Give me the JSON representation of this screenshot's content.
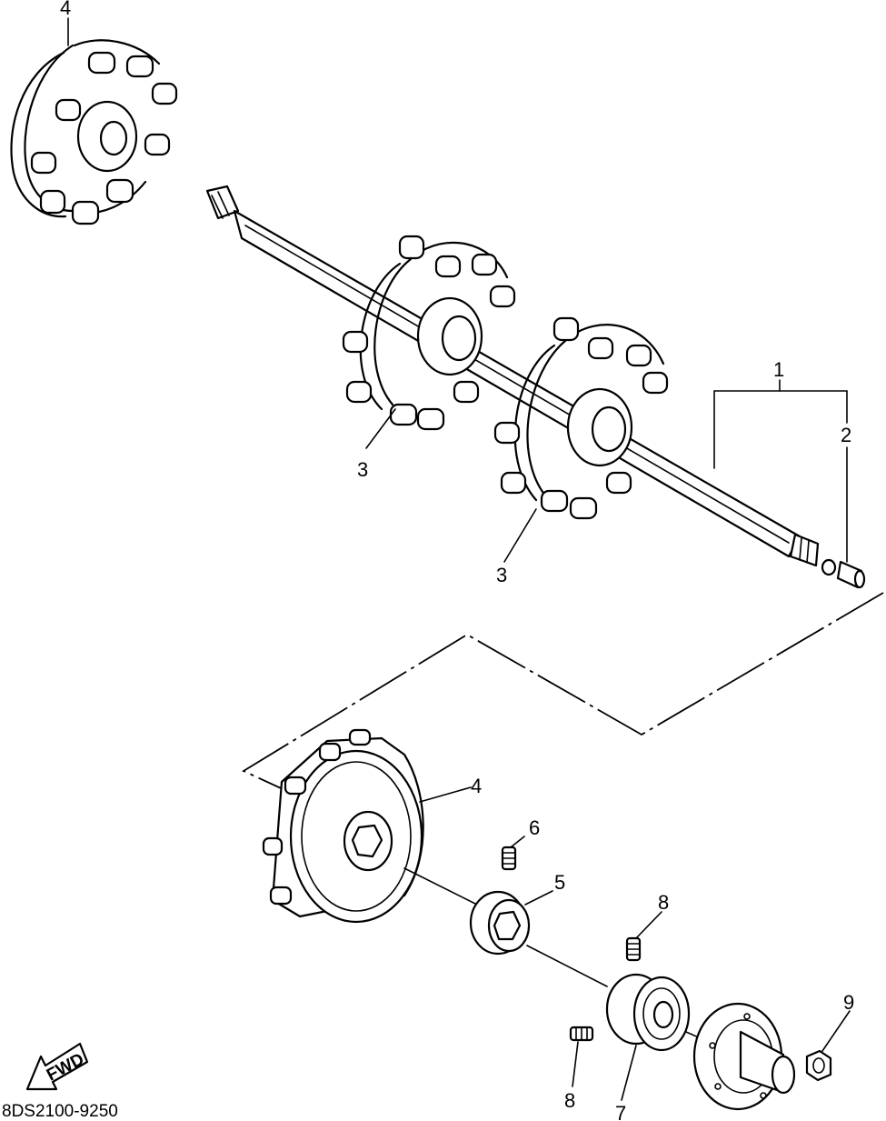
{
  "diagram": {
    "part_labels": {
      "p1": "1",
      "p2": "2",
      "p3a": "3",
      "p3b": "3",
      "p4a": "4",
      "p4b": "4",
      "p5": "5",
      "p6": "6",
      "p7": "7",
      "p8a": "8",
      "p8b": "8",
      "p9": "9"
    },
    "fwd_label": "FWD",
    "drawing_code": "8DS2100-9250"
  }
}
